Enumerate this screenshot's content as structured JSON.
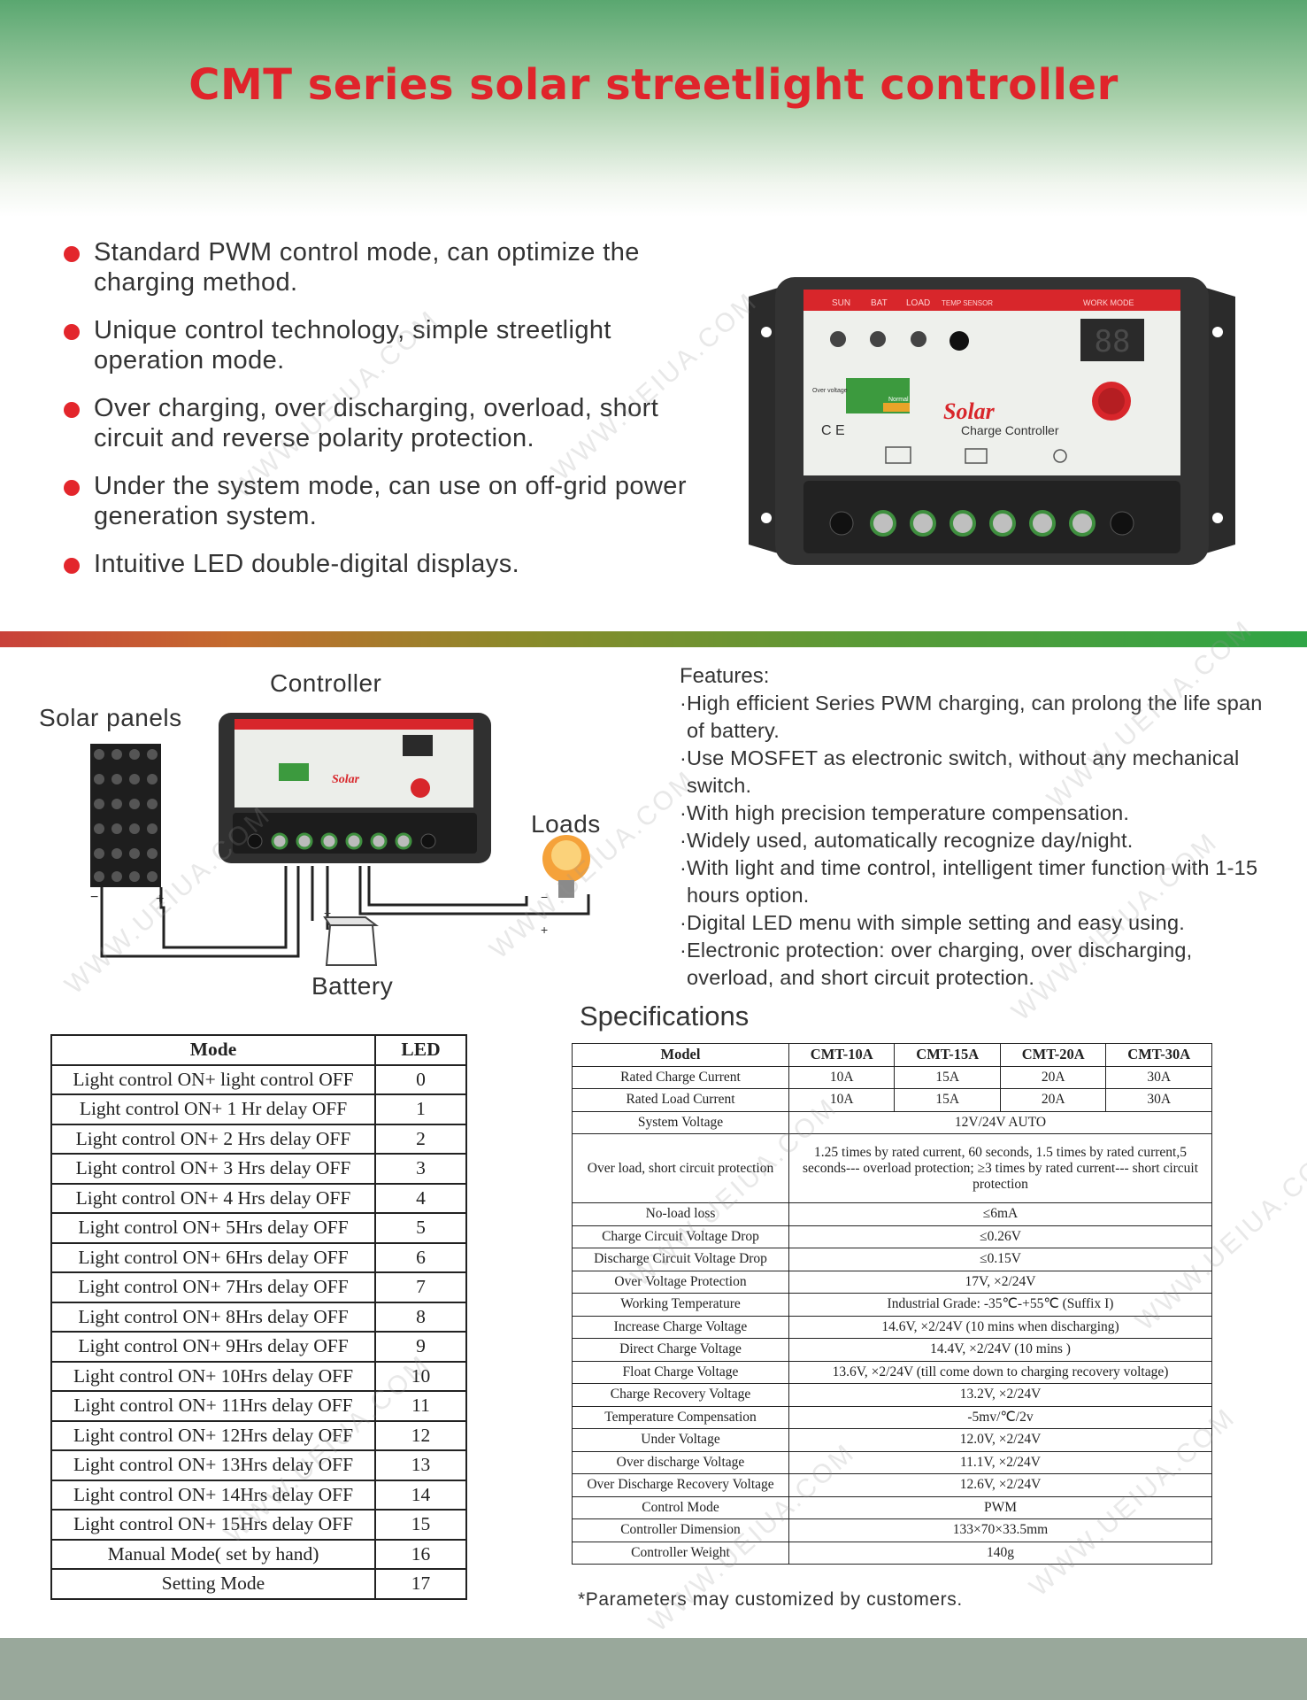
{
  "title": "CMT series solar streetlight controller",
  "bullets": [
    "Standard PWM control mode, can optimize the charging method.",
    "Unique control technology, simple streetlight operation mode.",
    "Over charging, over discharging, overload, short circuit and reverse polarity protection.",
    "Under the system mode, can use on off-grid power generation system.",
    "Intuitive LED double-digital displays."
  ],
  "device": {
    "top_labels": {
      "sun": "SUN",
      "bat": "BAT",
      "load": "LOAD",
      "temp": "TEMP SENSOR",
      "work_mode": "WORK MODE"
    },
    "over_voltage": "Over voltage",
    "normal": "Normal",
    "brand": "Solar",
    "subtitle": "Charge Controller",
    "ce": "C E",
    "display": "88"
  },
  "diagram": {
    "controller": "Controller",
    "solar_panels": "Solar panels",
    "loads": "Loads",
    "battery": "Battery",
    "minus": "−",
    "plus": "+"
  },
  "features": {
    "title": "Features:",
    "items": [
      "·High efficient Series PWM charging, can prolong the life span of battery.",
      "·Use MOSFET as electronic switch, without any mechanical switch.",
      "·With high precision temperature compensation.",
      "·Widely used, automatically recognize day/night.",
      "·With light and time control, intelligent timer function with 1-15 hours option.",
      "·Digital LED menu with simple setting and easy using.",
      "·Electronic protection: over charging, over discharging, overload, and short circuit protection."
    ]
  },
  "specs_title": "Specifications",
  "mode_table": {
    "headers": [
      "Mode",
      "LED"
    ],
    "rows": [
      [
        "Light control ON+ light control OFF",
        "0"
      ],
      [
        "Light control ON+ 1 Hr delay OFF",
        "1"
      ],
      [
        "Light control ON+ 2 Hrs delay OFF",
        "2"
      ],
      [
        "Light control ON+ 3 Hrs delay OFF",
        "3"
      ],
      [
        "Light control ON+ 4 Hrs delay OFF",
        "4"
      ],
      [
        "Light control ON+ 5Hrs delay OFF",
        "5"
      ],
      [
        "Light control ON+ 6Hrs delay OFF",
        "6"
      ],
      [
        "Light control ON+ 7Hrs delay OFF",
        "7"
      ],
      [
        "Light control ON+ 8Hrs delay OFF",
        "8"
      ],
      [
        "Light control ON+ 9Hrs delay OFF",
        "9"
      ],
      [
        "Light control ON+ 10Hrs delay OFF",
        "10"
      ],
      [
        "Light control ON+ 11Hrs delay OFF",
        "11"
      ],
      [
        "Light control ON+ 12Hrs delay OFF",
        "12"
      ],
      [
        "Light control ON+ 13Hrs delay OFF",
        "13"
      ],
      [
        "Light control ON+ 14Hrs delay OFF",
        "14"
      ],
      [
        "Light control ON+ 15Hrs delay OFF",
        "15"
      ],
      [
        "Manual Mode( set by hand)",
        "16"
      ],
      [
        "Setting Mode",
        "17"
      ]
    ]
  },
  "spec_table": {
    "headers": [
      "Model",
      "CMT-10A",
      "CMT-15A",
      "CMT-20A",
      "CMT-30A"
    ],
    "rated_charge": [
      "Rated Charge Current",
      "10A",
      "15A",
      "20A",
      "30A"
    ],
    "rated_load": [
      "Rated Load Current",
      "10A",
      "15A",
      "20A",
      "30A"
    ],
    "rows": [
      [
        "System Voltage",
        "12V/24V AUTO"
      ],
      [
        "Over load, short circuit protection",
        "1.25 times by rated current, 60 seconds, 1.5 times by rated current,5 seconds--- overload protection; ≥3 times by rated current--- short circuit protection"
      ],
      [
        "No-load loss",
        "≤6mA"
      ],
      [
        "Charge Circuit Voltage Drop",
        "≤0.26V"
      ],
      [
        "Discharge Circuit Voltage Drop",
        "≤0.15V"
      ],
      [
        "Over Voltage Protection",
        "17V, ×2/24V"
      ],
      [
        "Working Temperature",
        "Industrial Grade: -35℃-+55℃ (Suffix I)"
      ],
      [
        "Increase Charge Voltage",
        "14.6V, ×2/24V (10 mins when discharging)"
      ],
      [
        "Direct Charge Voltage",
        "14.4V, ×2/24V (10 mins )"
      ],
      [
        "Float Charge Voltage",
        "13.6V, ×2/24V (till come down to charging recovery voltage)"
      ],
      [
        "Charge Recovery Voltage",
        "13.2V, ×2/24V"
      ],
      [
        "Temperature Compensation",
        "-5mv/℃/2v"
      ],
      [
        "Under Voltage",
        "12.0V, ×2/24V"
      ],
      [
        "Over discharge Voltage",
        "11.1V, ×2/24V"
      ],
      [
        "Over Discharge Recovery Voltage",
        "12.6V, ×2/24V"
      ],
      [
        "Control Mode",
        "PWM"
      ],
      [
        "Controller Dimension",
        "133×70×33.5mm"
      ],
      [
        "Controller Weight",
        "140g"
      ]
    ]
  },
  "note": "*Parameters may customized by customers.",
  "watermark": "WWW.UEIUA.COM"
}
